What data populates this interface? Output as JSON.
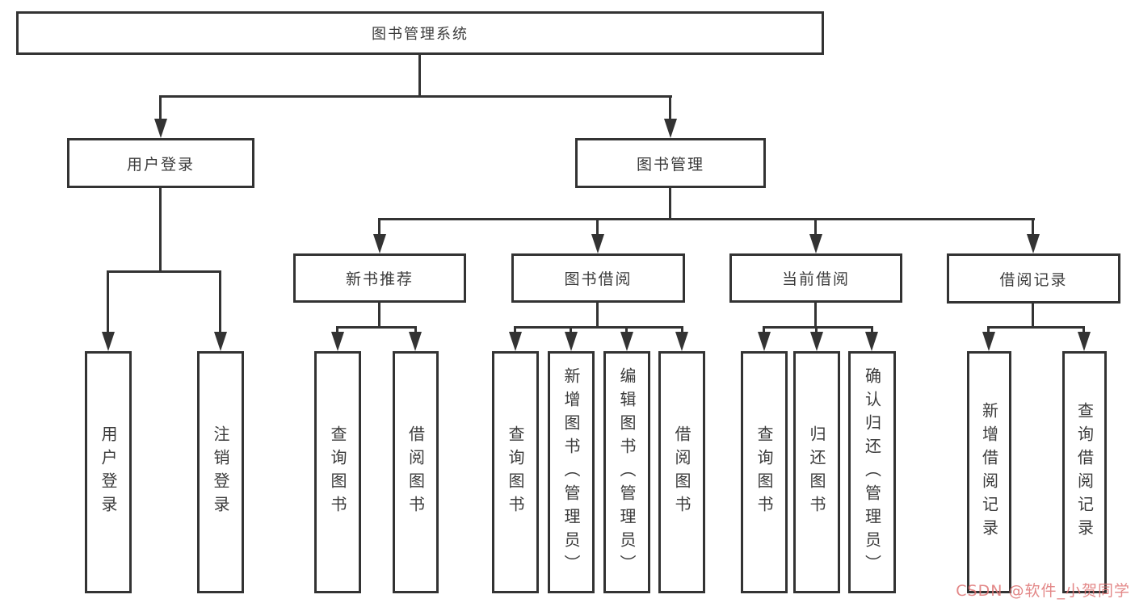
{
  "diagram": {
    "root": {
      "label": "图书管理系统"
    },
    "level1": [
      {
        "label": "用户登录"
      },
      {
        "label": "图书管理"
      }
    ],
    "level2": [
      {
        "label": "新书推荐"
      },
      {
        "label": "图书借阅"
      },
      {
        "label": "当前借阅"
      },
      {
        "label": "借阅记录"
      }
    ],
    "leaves": {
      "user_login": [
        "用户登录",
        "注销登录"
      ],
      "new_books": [
        "查询图书",
        "借阅图书"
      ],
      "book_borrow": [
        "查询图书",
        "新增图书（管理员）",
        "编辑图书（管理员）",
        "借阅图书"
      ],
      "current_borrow": [
        "查询图书",
        "归还图书",
        "确认归还（管理员）"
      ],
      "borrow_records": [
        "新增借阅记录",
        "查询借阅记录"
      ]
    }
  },
  "watermark": {
    "text": "CSDN @软件_小贺同学",
    "color": "#de7373"
  },
  "colors": {
    "line": "#333333",
    "text": "#3b3b3b",
    "background": "#ffffff"
  }
}
